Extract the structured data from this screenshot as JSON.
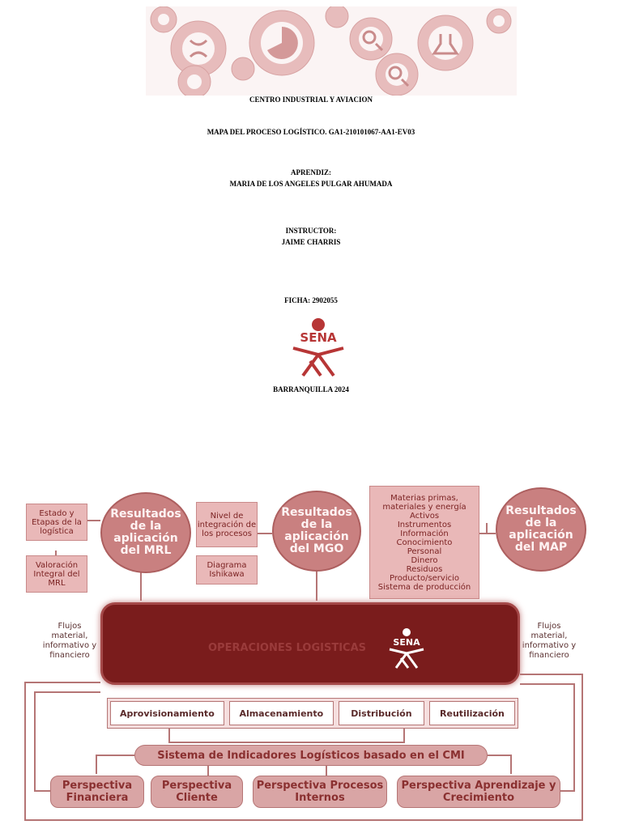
{
  "cover": {
    "center": "CENTRO INDUSTRIAL Y AVIACION",
    "title": "MAPA DEL PROCESO LOGÍSTICO. GA1-210101067-AA1-EV03",
    "apprentice_label": "APRENDIZ:",
    "apprentice_name": "MARIA DE LOS ANGELES PULGAR AHUMADA",
    "instructor_label": "INSTRUCTOR:",
    "instructor_name": "JAIME CHARRIS",
    "ficha": "FICHA: 2902055",
    "logo_text": "SENA",
    "city_year": "BARRANQUILLA  2024"
  },
  "diagram": {
    "box_estado": "Estado y Etapas de la logística",
    "box_valoracion": "Valoración Integral del MRL",
    "circle_mrl": "Resultados de la aplicación del MRL",
    "box_nivel": "Nivel de integración de los procesos",
    "box_ishikawa": "Diagrama Ishikawa",
    "circle_mgo": "Resultados de la aplicación del MGO",
    "resources": [
      "Materias primas,",
      "materiales y energía",
      "Activos",
      "Instrumentos",
      "Información",
      "Conocimiento",
      "Personal",
      "Dinero",
      "Residuos",
      "Producto/servicio",
      "Sistema de producción"
    ],
    "circle_map": "Resultados de la aplicación del MAP",
    "flows_left": "Flujos material, informativo y financiero",
    "flows_right": "Flujos material, informativo y financiero",
    "main_label": "OPERACIONES LOGISTICAS",
    "main_logo": "SENA",
    "stages": [
      "Aprovisionamiento",
      "Almacenamiento",
      "Distribución",
      "Reutilización"
    ],
    "indicators": "Sistema de Indicadores Logísticos basado en el CMI",
    "perspectives": [
      "Perspectiva Financiera",
      "Perspectiva Cliente",
      "Perspectiva Procesos Internos",
      "Perspectiva Aprendizaje y Crecimiento"
    ]
  },
  "colors": {
    "accent": "#7a1c1c",
    "soft": "#e9b8b8",
    "mid": "#c98080"
  },
  "icons": [
    "gear-icon",
    "dna-icon",
    "pie-chart-icon",
    "magnifier-icon",
    "flask-icon"
  ]
}
